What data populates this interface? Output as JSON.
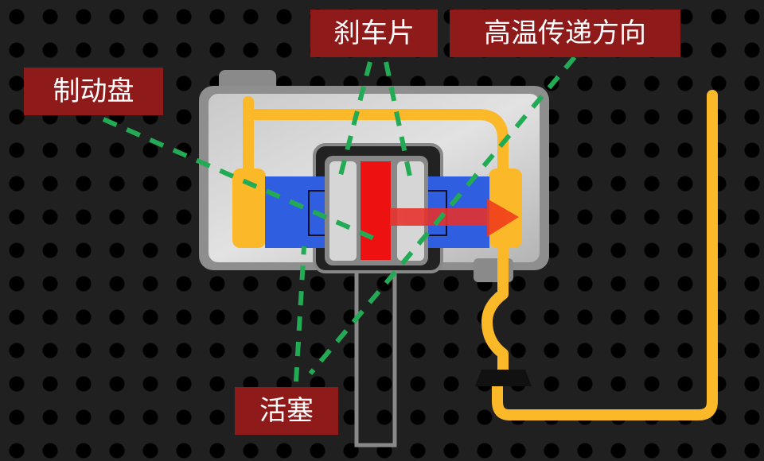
{
  "labels": {
    "brake_disc": "制动盘",
    "brake_pad": "刹车片",
    "heat_direction": "高温传递方向",
    "piston": "活塞"
  },
  "colors": {
    "label_bg": "#8e1a1a",
    "brake_fluid": "#fbb829",
    "piston": "#2f5fe0",
    "disc": "#ee1111",
    "heat_arrow": "#e8302a",
    "leader_line": "#22aa55",
    "caliper": "#a8a8a8"
  }
}
